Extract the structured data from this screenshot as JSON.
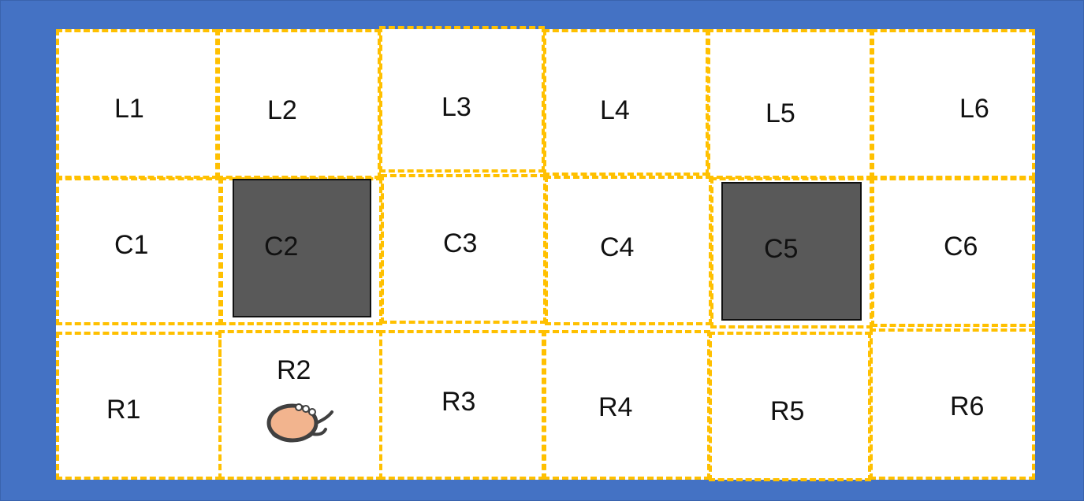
{
  "grid": {
    "rows": [
      {
        "cells": [
          "L1",
          "L2",
          "L3",
          "L4",
          "L5",
          "L6"
        ]
      },
      {
        "cells": [
          "C1",
          "C2",
          "C3",
          "C4",
          "C5",
          "C6"
        ]
      },
      {
        "cells": [
          "R1",
          "R2",
          "R3",
          "R4",
          "R5",
          "R6"
        ]
      }
    ],
    "blocked_cells": [
      "C2",
      "C5"
    ],
    "agent_cell": "R2"
  },
  "colors": {
    "background": "#4472C4",
    "cell_fill": "#FFFFFF",
    "cell_border": "#FFC000",
    "obstacle": "#595959",
    "agent_body": "#F2B48E"
  },
  "icons": {
    "agent": "sheep-icon"
  }
}
